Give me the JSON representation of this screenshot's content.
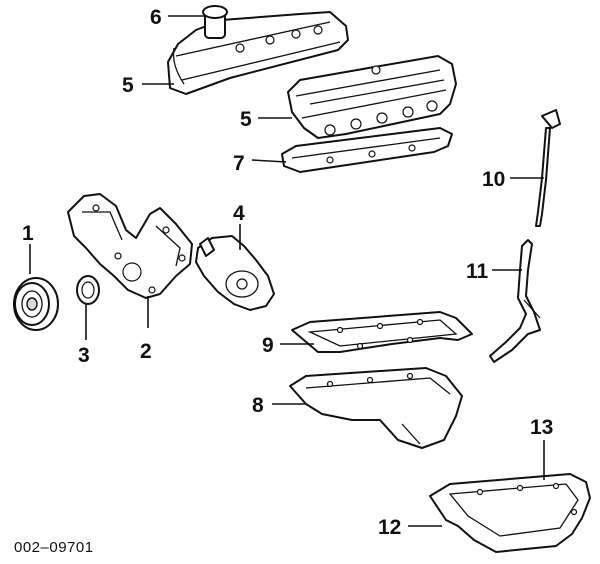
{
  "diagram": {
    "callouts": [
      "6",
      "5",
      "5",
      "7",
      "10",
      "1",
      "4",
      "11",
      "9",
      "3",
      "2",
      "8",
      "13",
      "12"
    ],
    "code": "002–09701"
  }
}
